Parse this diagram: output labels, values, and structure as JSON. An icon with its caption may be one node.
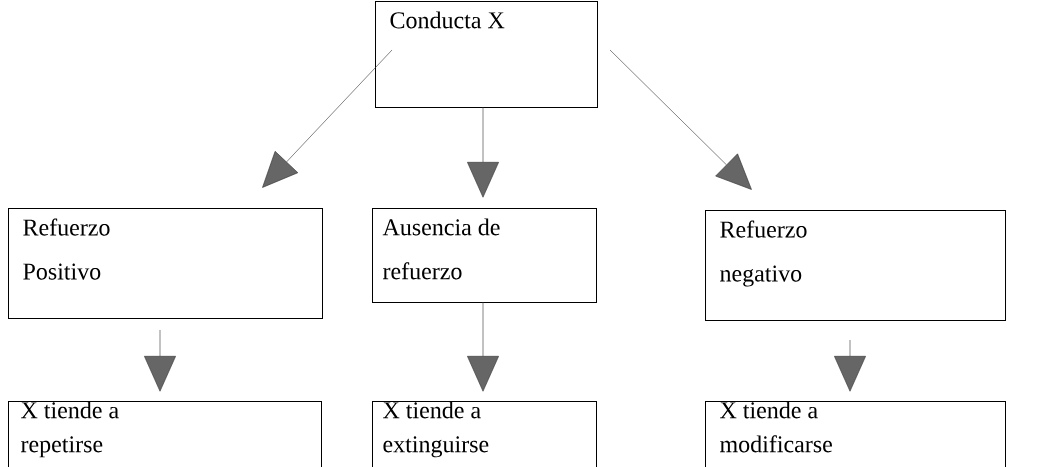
{
  "diagram": {
    "nodes": [
      {
        "text": [
          "Conducta X"
        ]
      },
      {
        "text": [
          "Refuerzo Positivo"
        ]
      },
      {
        "text": [
          "Ausencia de refuerzo"
        ]
      },
      {
        "text": [
          "Refuerzo negativo"
        ]
      },
      {
        "text": [
          "X tiende a repetirse"
        ]
      },
      {
        "text": [
          "X tiende a extinguirse"
        ]
      },
      {
        "text": [
          "X tiende a modificarse"
        ]
      }
    ],
    "edges": [
      {
        "from": 0,
        "to": 1,
        "arrow": "to"
      },
      {
        "from": 0,
        "to": 2,
        "arrow": "to"
      },
      {
        "from": 0,
        "to": 3,
        "arrow": "to"
      },
      {
        "from": 1,
        "to": 4,
        "arrow": "to"
      },
      {
        "from": 2,
        "to": 5,
        "arrow": "to"
      },
      {
        "from": 3,
        "to": 6,
        "arrow": "to"
      }
    ]
  }
}
